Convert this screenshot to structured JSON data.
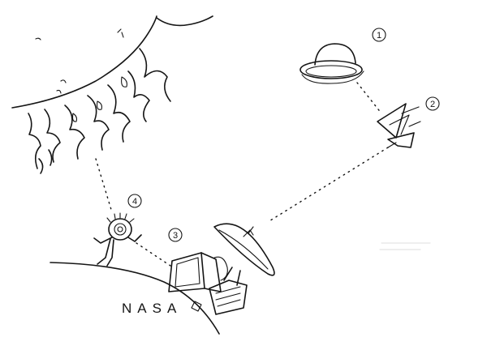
{
  "labels": {
    "marker_1": "1",
    "marker_2": "2",
    "marker_3": "3",
    "marker_4": "4",
    "ground_text": "NASA"
  },
  "colors": {
    "ink": "#151515",
    "paper": "#ffffff"
  },
  "icons": [
    "planet-icon",
    "satellite-icon",
    "dish-antenna-icon",
    "computer-icon",
    "alien-eye-icon",
    "leaf-cluster-icon"
  ]
}
